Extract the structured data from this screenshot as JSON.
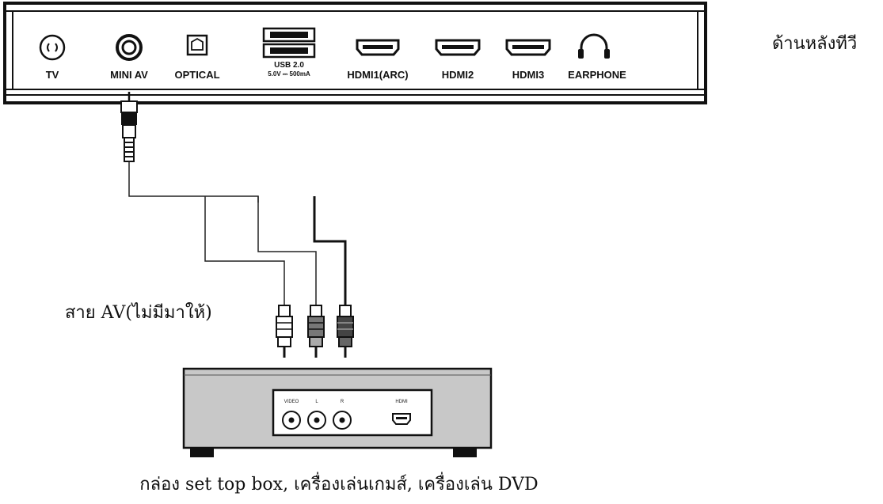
{
  "tv_rear": {
    "title": "ด้านหลังทีวี",
    "ports": {
      "tv": "TV",
      "mini_av": "MINI AV",
      "optical": "OPTICAL",
      "usb_line1": "USB 2.0",
      "usb_line2": "5.0V ⎓ 500mA",
      "hdmi1": "HDMI1(ARC)",
      "hdmi2": "HDMI2",
      "hdmi3": "HDMI3",
      "earphone": "EARPHONE"
    }
  },
  "cable_label": "สาย AV(ไม่มีมาให้)",
  "device": {
    "label": "กล่อง set top box, เครื่องเล่นเกมส์, เครื่องเล่น DVD",
    "ports": {
      "video": "VIDEO",
      "left": "L",
      "right": "R",
      "hdmi": "HDMI"
    }
  }
}
